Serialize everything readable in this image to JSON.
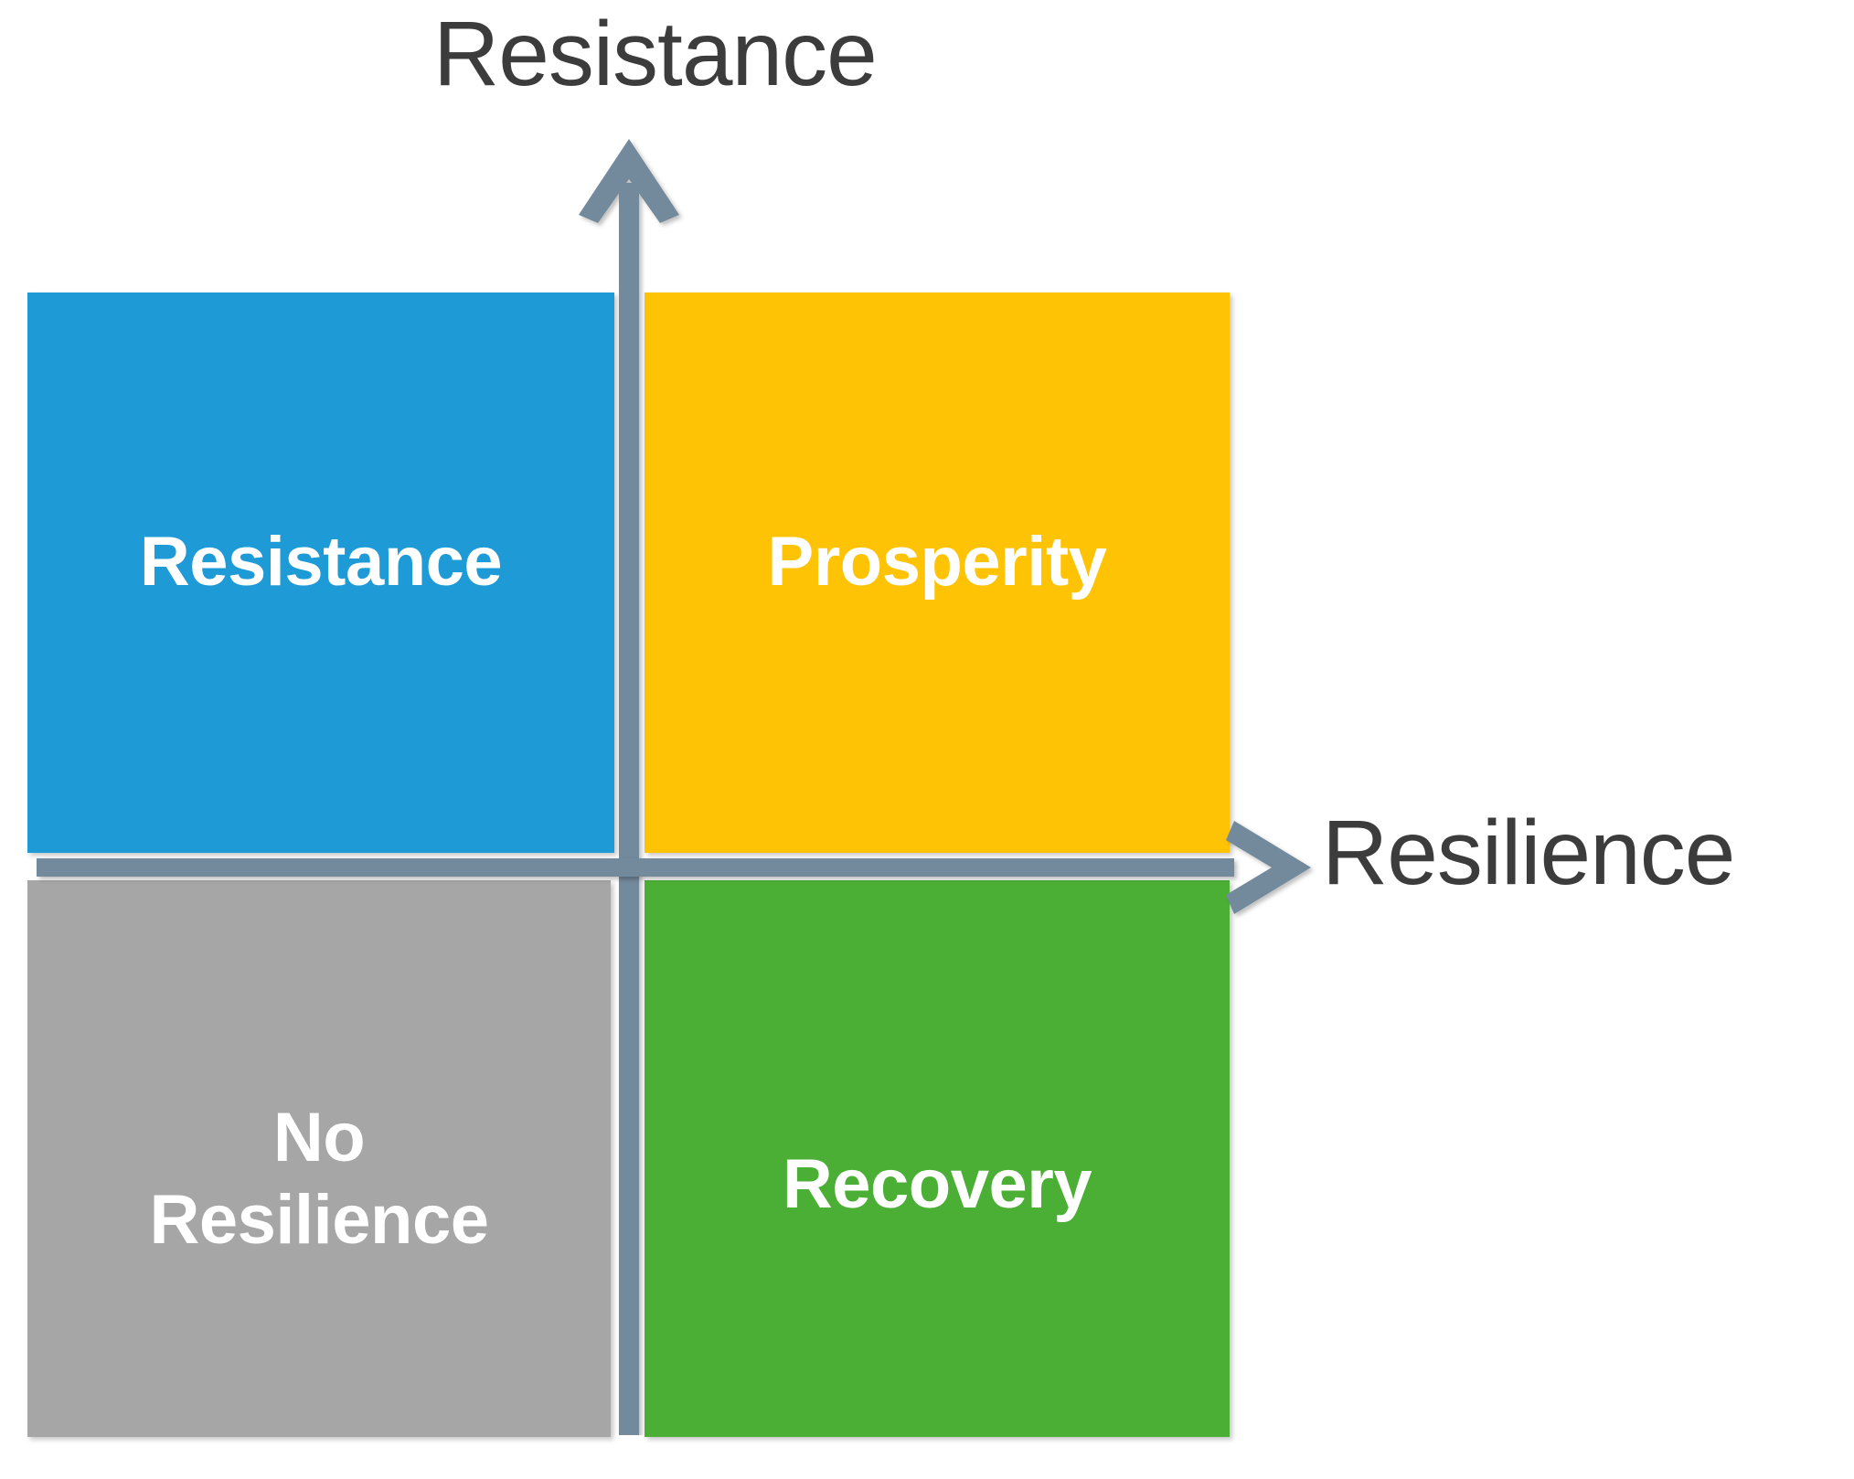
{
  "diagram": {
    "type": "2x2-matrix",
    "axes": {
      "y": {
        "label": "Resistance",
        "direction": "up",
        "arrow_color": "#73899C"
      },
      "x": {
        "label": "Resilience",
        "direction": "right",
        "arrow_color": "#73899C"
      }
    },
    "quadrants": [
      {
        "id": "resistance",
        "label": "Resistance",
        "color": "#1E9BD7",
        "text_color": "#FFFFFF",
        "position": "top-left",
        "meaning": "high resistance, low resilience"
      },
      {
        "id": "prosperity",
        "label": "Prosperity",
        "color": "#FFC306",
        "text_color": "#FFFFFF",
        "position": "top-right",
        "meaning": "high resistance, high resilience"
      },
      {
        "id": "no-resilience",
        "label": "No\nResilience",
        "color": "#A6A6A6",
        "text_color": "#FFFFFF",
        "position": "bottom-left",
        "meaning": "low resistance, low resilience"
      },
      {
        "id": "recovery",
        "label": "Recovery",
        "color": "#4CAF35",
        "text_color": "#FFFFFF",
        "position": "bottom-right",
        "meaning": "low resistance, high resilience"
      }
    ]
  },
  "chart_data": {
    "type": "table",
    "title": "",
    "xlabel": "Resilience",
    "ylabel": "Resistance",
    "categories": [
      "Resistance",
      "Prosperity",
      "No Resilience",
      "Recovery"
    ],
    "values": [
      {
        "label": "Resistance",
        "x": "low",
        "y": "high",
        "color": "#1E9BD7"
      },
      {
        "label": "Prosperity",
        "x": "high",
        "y": "high",
        "color": "#FFC306"
      },
      {
        "label": "No Resilience",
        "x": "low",
        "y": "low",
        "color": "#A6A6A6"
      },
      {
        "label": "Recovery",
        "x": "high",
        "y": "low",
        "color": "#4CAF35"
      }
    ],
    "grid": false,
    "legend": "none"
  }
}
